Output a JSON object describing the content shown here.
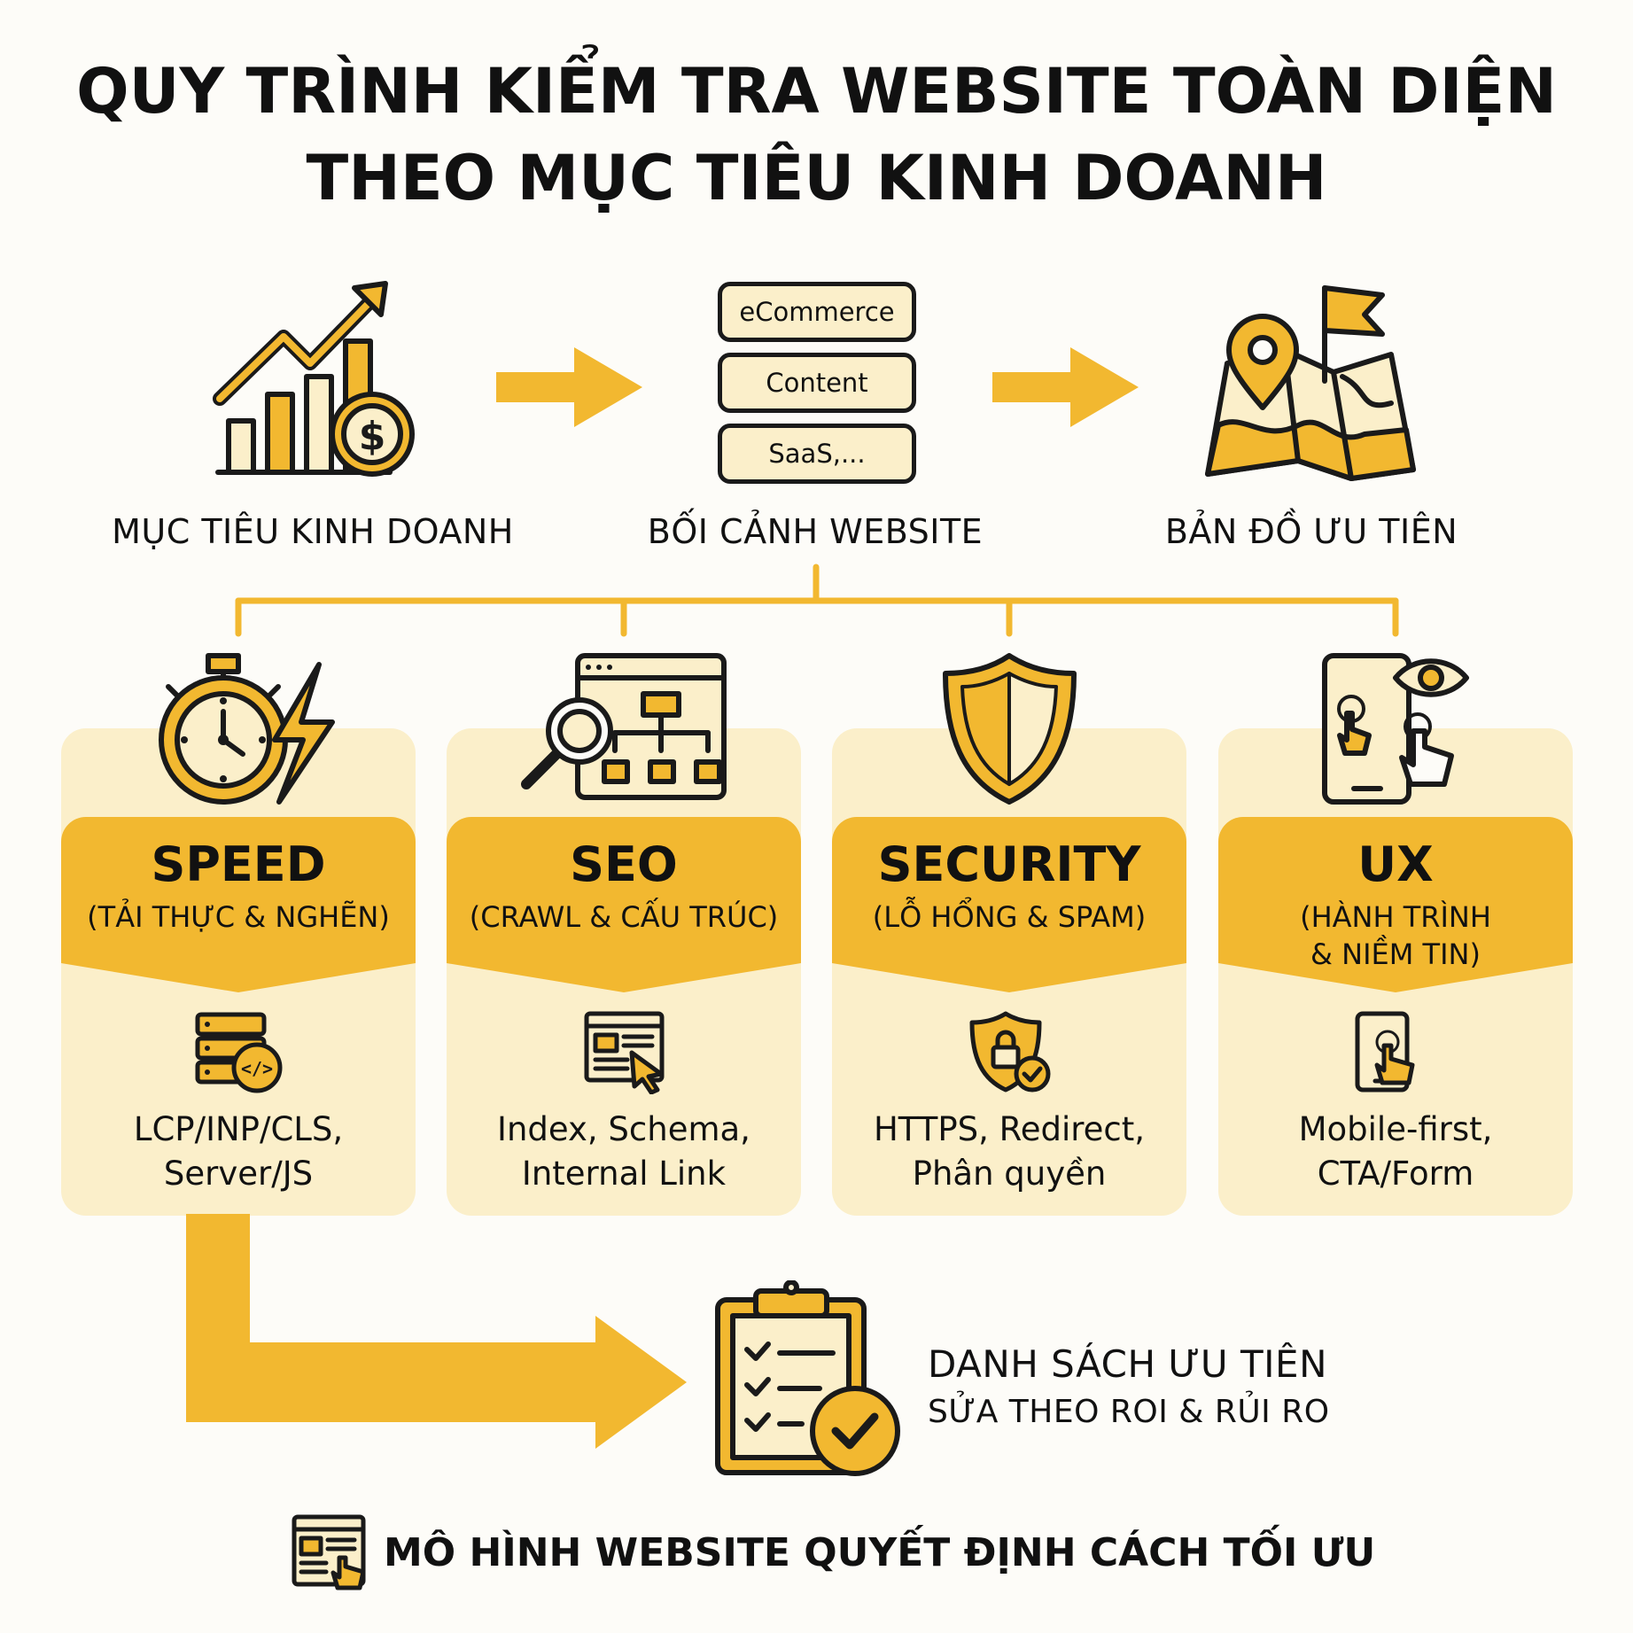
{
  "title": {
    "line1": "QUY TRÌNH KIỂM TRA WEBSITE TOÀN DIỆN",
    "line2": "THEO MỤC TIÊU KINH DOANH"
  },
  "steps": [
    {
      "label": "MỤC TIÊU KINH DOANH",
      "icon": "growth-chart-dollar-icon"
    },
    {
      "label": "BỐI CẢNH WEBSITE",
      "icon": "website-types-stack-icon",
      "stack": [
        "eCommerce",
        "Content",
        "SaaS,..."
      ]
    },
    {
      "label": "BẢN ĐỒ ƯU TIÊN",
      "icon": "priority-map-flag-icon"
    }
  ],
  "pillars": [
    {
      "title": "SPEED",
      "subtitle": "(TẢI THỰC & NGHẼN)",
      "detail_line1": "LCP/INP/CLS,",
      "detail_line2": "Server/JS",
      "icon": "stopwatch-lightning-icon",
      "detail_icon": "server-code-icon"
    },
    {
      "title": "SEO",
      "subtitle": "(CRAWL & CẤU TRÚC)",
      "detail_line1": "Index, Schema,",
      "detail_line2": "Internal Link",
      "icon": "sitemap-magnifier-icon",
      "detail_icon": "webpage-cursor-icon"
    },
    {
      "title": "SECURITY",
      "subtitle": "(LỖ HỔNG & SPAM)",
      "detail_line1": "HTTPS, Redirect,",
      "detail_line2": "Phân quyền",
      "icon": "shield-icon",
      "detail_icon": "shield-lock-icon"
    },
    {
      "title": "UX",
      "subtitle_line1": "(HÀNH TRÌNH",
      "subtitle_line2": "& NIỀM TIN)",
      "detail_line1": "Mobile-first,",
      "detail_line2": "CTA/Form",
      "icon": "phone-eye-touch-icon",
      "detail_icon": "phone-touch-icon"
    }
  ],
  "result": {
    "title": "DANH SÁCH ƯU TIÊN",
    "subtitle": "SỬA THEO ROI & RỦI RO",
    "icon": "clipboard-checklist-icon"
  },
  "footer": {
    "text": "MÔ HÌNH WEBSITE QUYẾT ĐỊNH CÁCH TỐI ƯU",
    "icon": "website-model-touch-icon"
  },
  "colors": {
    "accent": "#f2b830",
    "light": "#fbefca",
    "outline": "#1a1a1a"
  }
}
